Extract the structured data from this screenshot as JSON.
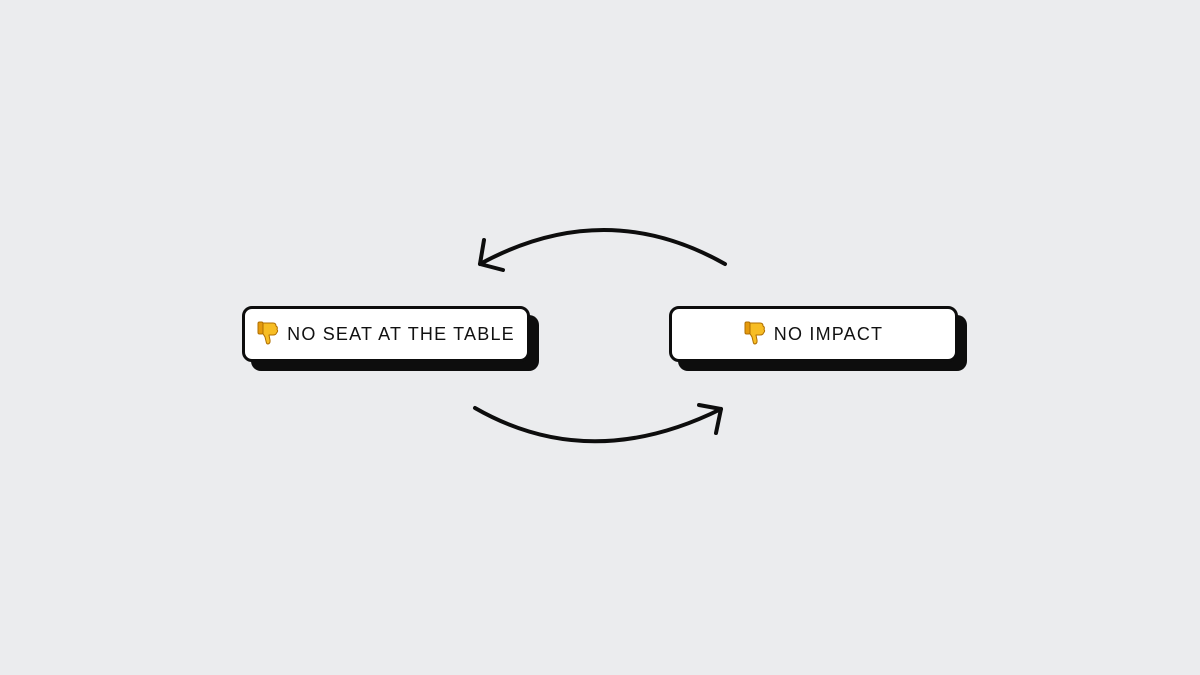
{
  "diagram": {
    "nodes": [
      {
        "id": "left",
        "icon": "thumbs-down-icon",
        "label": "NO SEAT AT THE TABLE"
      },
      {
        "id": "right",
        "icon": "thumbs-down-icon",
        "label": "NO IMPACT"
      }
    ],
    "edges": [
      {
        "from": "right",
        "to": "left"
      },
      {
        "from": "left",
        "to": "right"
      }
    ],
    "colors": {
      "background": "#ebecee",
      "box": "#ffffff",
      "outline": "#0d0d0d",
      "icon": "#f5b41a"
    }
  }
}
